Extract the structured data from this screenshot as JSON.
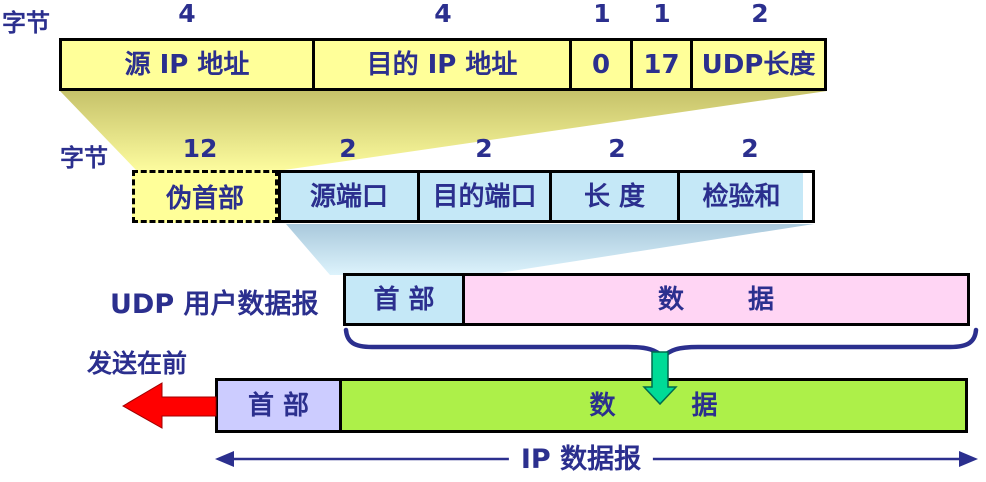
{
  "diagram_title": "UDP user datagram encapsulation (伪首部 / UDP 数据报 / IP 数据报)",
  "colors": {
    "ink_dark_blue": "#2B2F8E",
    "field_yellow": "#FFFF99",
    "field_light_blue": "#C5E8F7",
    "field_pink": "#FFD5F4",
    "field_lavender": "#CCCCFF",
    "field_green": "#ADF049",
    "red_arrow": "#FF0000",
    "red_arrow_edge": "#A00000",
    "teal_arrow": "#00DB97",
    "teal_arrow_edge": "#006B4F",
    "border_black": "#000000"
  },
  "pseudo_header_source_row": {
    "byte_label": "字节",
    "fields": [
      {
        "label": "源 IP 地址",
        "bytes": "4"
      },
      {
        "label": "目的 IP 地址",
        "bytes": "4"
      },
      {
        "label": "0",
        "bytes": "1"
      },
      {
        "label": "17",
        "bytes": "1"
      },
      {
        "label": "UDP长度",
        "bytes": "2"
      }
    ]
  },
  "udp_header_row": {
    "byte_label": "字节",
    "fields": [
      {
        "label": "伪首部",
        "bytes": "12"
      },
      {
        "label": "源端口",
        "bytes": "2"
      },
      {
        "label": "目的端口",
        "bytes": "2"
      },
      {
        "label": "长 度",
        "bytes": "2"
      },
      {
        "label": "检验和",
        "bytes": "2"
      }
    ]
  },
  "udp_datagram_row": {
    "row_label": "UDP 用户数据报",
    "header_cell": "首 部",
    "data_chars": [
      "数",
      "据"
    ]
  },
  "ip_datagram_row": {
    "send_first_label": "发送在前",
    "header_cell": "首 部",
    "data_chars": [
      "数",
      "据"
    ],
    "span_label": "IP 数据报"
  }
}
